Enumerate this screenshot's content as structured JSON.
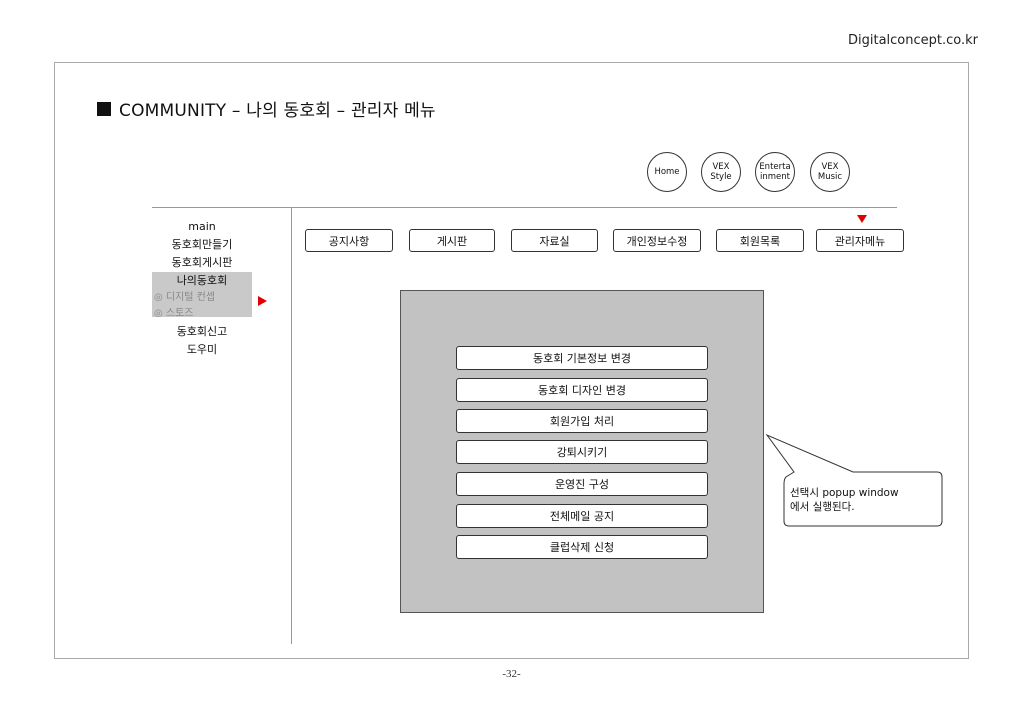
{
  "brand": "Digitalconcept.co.kr",
  "title": "COMMUNITY – 나의 동호회 – 관리자 메뉴",
  "circle_nav": [
    {
      "lines": [
        "Home"
      ]
    },
    {
      "lines": [
        "VEX",
        "Style"
      ]
    },
    {
      "lines": [
        "Enterta",
        "inment"
      ]
    },
    {
      "lines": [
        "VEX",
        "Music"
      ]
    }
  ],
  "sidebar": {
    "items": [
      "main",
      "동호회만들기",
      "동호회게시판",
      "나의동호회",
      "◎ 디지털 컨셉",
      "◎ 스토즈",
      "동호회신고",
      "도우미"
    ]
  },
  "tabs": [
    "공지사항",
    "게시판",
    "자료실",
    "개인정보수정",
    "회원목록",
    "관리자메뉴"
  ],
  "admin_menu": [
    "동호회 기본정보 변경",
    "동호회 디자인 변경",
    "회원가입 처리",
    "강퇴시키기",
    "운영진 구성",
    "전체메일 공지",
    "클럽삭제 신청"
  ],
  "callout": [
    "선택시 popup window",
    "에서 실행된다."
  ],
  "page_number": "-32-",
  "colors": {
    "marker": "#e00000",
    "panel": "#c2c2c2",
    "selected": "#c9c9c9"
  }
}
